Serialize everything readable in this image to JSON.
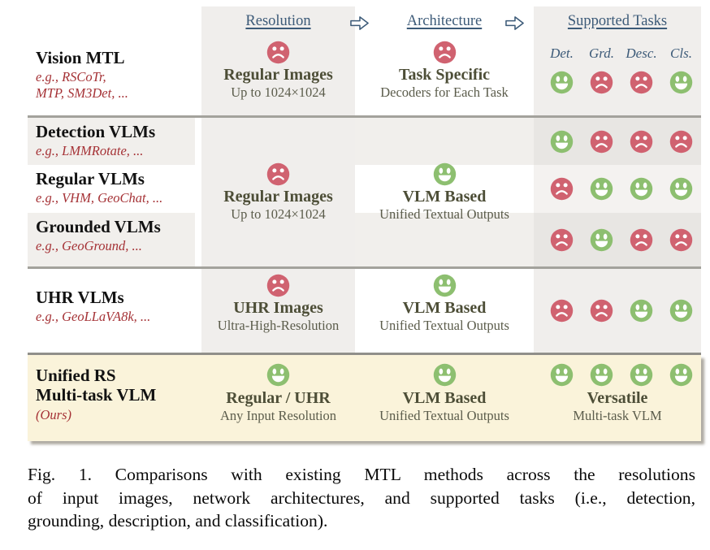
{
  "colors": {
    "happy_green": "#8dbf70",
    "sad_red": "#d06270",
    "header_blue": "#3c5a78",
    "method_example_red": "#a53236",
    "cell_title_olive": "#4d4e37",
    "cell_subtitle_olive": "#5b5c4b",
    "highlight_cream": "#faf3da"
  },
  "icons": {
    "flow_arrow": "right-white-arrow",
    "positive_mark": "happy-face",
    "negative_mark": "sad-face"
  },
  "columns": {
    "resolution": {
      "title": "Resolution"
    },
    "architecture": {
      "title": "Architecture"
    },
    "tasks": {
      "title": "Supported Tasks",
      "subcolumns": [
        "Det.",
        "Grd.",
        "Desc.",
        "Cls."
      ]
    }
  },
  "groups": [
    {
      "rows": [
        {
          "name_lines": [
            "Vision MTL"
          ],
          "examples": [
            "e.g., RSCoTr,",
            "MTP, SM3Det, ..."
          ],
          "task_moods": [
            "happy",
            "sad",
            "sad",
            "happy"
          ]
        }
      ],
      "resolution": {
        "mood": "sad",
        "title": "Regular Images",
        "subtitle": "Up to 1024×1024"
      },
      "architecture": {
        "mood": "sad",
        "title": "Task Specific",
        "subtitle": "Decoders for Each Task"
      }
    },
    {
      "rows": [
        {
          "name_lines": [
            "Detection VLMs"
          ],
          "examples": [
            "e.g., LMMRotate, ..."
          ],
          "task_moods": [
            "happy",
            "sad",
            "sad",
            "sad"
          ]
        },
        {
          "name_lines": [
            "Regular VLMs"
          ],
          "examples": [
            "e.g., VHM, GeoChat, ..."
          ],
          "task_moods": [
            "sad",
            "happy",
            "happy",
            "happy"
          ]
        },
        {
          "name_lines": [
            "Grounded VLMs"
          ],
          "examples": [
            "e.g., GeoGround, ..."
          ],
          "task_moods": [
            "sad",
            "happy",
            "sad",
            "sad"
          ]
        }
      ],
      "resolution": {
        "mood": "sad",
        "title": "Regular Images",
        "subtitle": "Up to 1024×1024"
      },
      "architecture": {
        "mood": "happy",
        "title": "VLM Based",
        "subtitle": "Unified Textual Outputs"
      }
    },
    {
      "rows": [
        {
          "name_lines": [
            "UHR VLMs"
          ],
          "examples": [
            "e.g., GeoLLaVA8k, ..."
          ],
          "task_moods": [
            "sad",
            "sad",
            "happy",
            "happy"
          ]
        }
      ],
      "resolution": {
        "mood": "sad",
        "title": "UHR Images",
        "subtitle": "Ultra-High-Resolution"
      },
      "architecture": {
        "mood": "happy",
        "title": "VLM Based",
        "subtitle": "Unified Textual Outputs"
      }
    },
    {
      "rows": [
        {
          "name_lines": [
            "Unified RS",
            "Multi-task VLM"
          ],
          "examples": [
            "(Ours)"
          ],
          "task_moods": [
            "happy",
            "happy",
            "happy",
            "happy"
          ]
        }
      ],
      "resolution": {
        "mood": "happy",
        "title": "Regular / UHR",
        "subtitle": "Any Input Resolution"
      },
      "architecture": {
        "mood": "happy",
        "title": "VLM Based",
        "subtitle": "Unified Textual Outputs"
      },
      "tasks_summary": {
        "title": "Versatile",
        "subtitle": "Multi-task VLM"
      }
    }
  ],
  "caption_lines": [
    "Fig. 1. Comparisons with existing MTL methods across the resolutions",
    "of input images, network architectures, and supported tasks (i.e., detection,",
    "grounding, description, and classification)."
  ]
}
